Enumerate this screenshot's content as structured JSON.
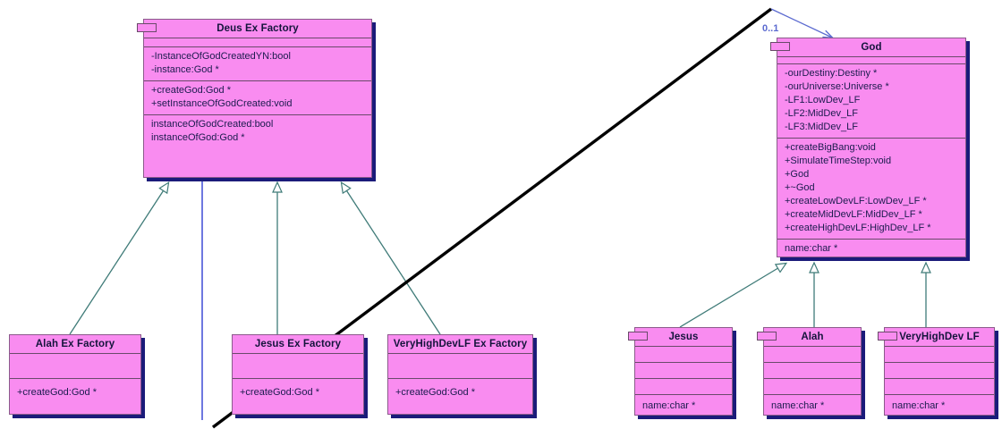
{
  "diagram": {
    "type": "uml-class-diagram",
    "title": "Deus Ex Factory / God class diagram",
    "colors": {
      "class_fill": "#f98cf0",
      "class_border": "#6a4a6a",
      "class_shadow": "#1b1b7a",
      "text": "#1b1b4e",
      "inheritance_line": "#3f7b78",
      "association_line": "#5b6ad0",
      "thick_diagonal": "#000000",
      "multiplicity_text": "#5b6ad0",
      "background": "#ffffff"
    }
  },
  "classes": {
    "deus_ex_factory": {
      "name": "Deus Ex Factory",
      "has_tab_icon": true,
      "compartments": [
        {
          "id": "spacer",
          "lines": []
        },
        {
          "id": "attributes",
          "lines": [
            "-InstanceOfGodCreatedYN:bool",
            "-instance:God *"
          ]
        },
        {
          "id": "operations",
          "lines": [
            "+createGod:God *",
            "+setInstanceOfGodCreated:void"
          ]
        },
        {
          "id": "properties",
          "lines": [
            "instanceOfGodCreated:bool",
            "instanceOfGod:God *"
          ]
        }
      ]
    },
    "god": {
      "name": "God",
      "has_tab_icon": true,
      "compartments": [
        {
          "id": "spacer",
          "lines": []
        },
        {
          "id": "attributes",
          "lines": [
            "-ourDestiny:Destiny *",
            "-ourUniverse:Universe *",
            "-LF1:LowDev_LF",
            "-LF2:MidDev_LF",
            "-LF3:MidDev_LF"
          ]
        },
        {
          "id": "operations",
          "lines": [
            "+createBigBang:void",
            "+SimulateTimeStep:void",
            "+God",
            "+~God",
            "+createLowDevLF:LowDev_LF *",
            "+createMidDevLF:MidDev_LF *",
            "+createHighDevLF:HighDev_LF *"
          ]
        },
        {
          "id": "properties",
          "lines": [
            "name:char *"
          ]
        }
      ]
    },
    "alah_ex_factory": {
      "name": "Alah Ex Factory",
      "has_tab_icon": false,
      "compartments": [
        {
          "id": "attributes",
          "lines": []
        },
        {
          "id": "operations",
          "lines": [
            "+createGod:God *"
          ]
        }
      ]
    },
    "jesus_ex_factory": {
      "name": "Jesus Ex Factory",
      "has_tab_icon": false,
      "compartments": [
        {
          "id": "attributes",
          "lines": []
        },
        {
          "id": "operations",
          "lines": [
            "+createGod:God *"
          ]
        }
      ]
    },
    "veryhighdevlf_ex_factory": {
      "name": "VeryHighDevLF Ex Factory",
      "has_tab_icon": false,
      "compartments": [
        {
          "id": "attributes",
          "lines": []
        },
        {
          "id": "operations",
          "lines": [
            "+createGod:God *"
          ]
        }
      ]
    },
    "jesus": {
      "name": "Jesus",
      "has_tab_icon": true,
      "compartments": [
        {
          "id": "spacer",
          "lines": []
        },
        {
          "id": "attributes",
          "lines": []
        },
        {
          "id": "operations",
          "lines": []
        },
        {
          "id": "properties",
          "lines": [
            "name:char *"
          ]
        }
      ]
    },
    "alah": {
      "name": "Alah",
      "has_tab_icon": true,
      "compartments": [
        {
          "id": "spacer",
          "lines": []
        },
        {
          "id": "attributes",
          "lines": []
        },
        {
          "id": "operations",
          "lines": []
        },
        {
          "id": "properties",
          "lines": [
            "name:char *"
          ]
        }
      ]
    },
    "veryhighdev_lf": {
      "name": "VeryHighDev LF",
      "has_tab_icon": true,
      "compartments": [
        {
          "id": "spacer",
          "lines": []
        },
        {
          "id": "attributes",
          "lines": []
        },
        {
          "id": "operations",
          "lines": []
        },
        {
          "id": "properties",
          "lines": [
            "name:char *"
          ]
        }
      ]
    }
  },
  "labels": {
    "multiplicity_0_1": "0..1"
  },
  "relationships": [
    {
      "kind": "generalization",
      "from": "alah_ex_factory",
      "to": "deus_ex_factory"
    },
    {
      "kind": "generalization",
      "from": "jesus_ex_factory",
      "to": "deus_ex_factory"
    },
    {
      "kind": "generalization",
      "from": "veryhighdevlf_ex_factory",
      "to": "deus_ex_factory"
    },
    {
      "kind": "generalization",
      "from": "jesus",
      "to": "god"
    },
    {
      "kind": "generalization",
      "from": "alah",
      "to": "god"
    },
    {
      "kind": "generalization",
      "from": "veryhighdev_lf",
      "to": "god"
    },
    {
      "kind": "association",
      "from": "deus_ex_factory",
      "to": "god",
      "multiplicity": "0..1"
    }
  ]
}
